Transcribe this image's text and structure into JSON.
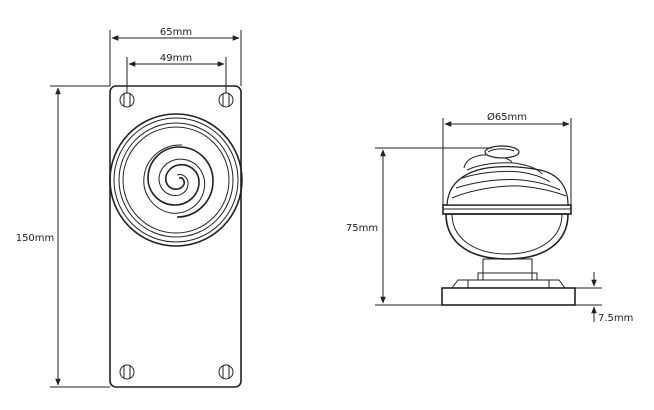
{
  "front_view": {
    "width_label": "65mm",
    "hole_spacing_label": "49mm",
    "height_label": "150mm"
  },
  "side_view": {
    "diameter_label": "Ø65mm",
    "projection_label": "75mm",
    "plate_thickness_label": "7.5mm"
  }
}
